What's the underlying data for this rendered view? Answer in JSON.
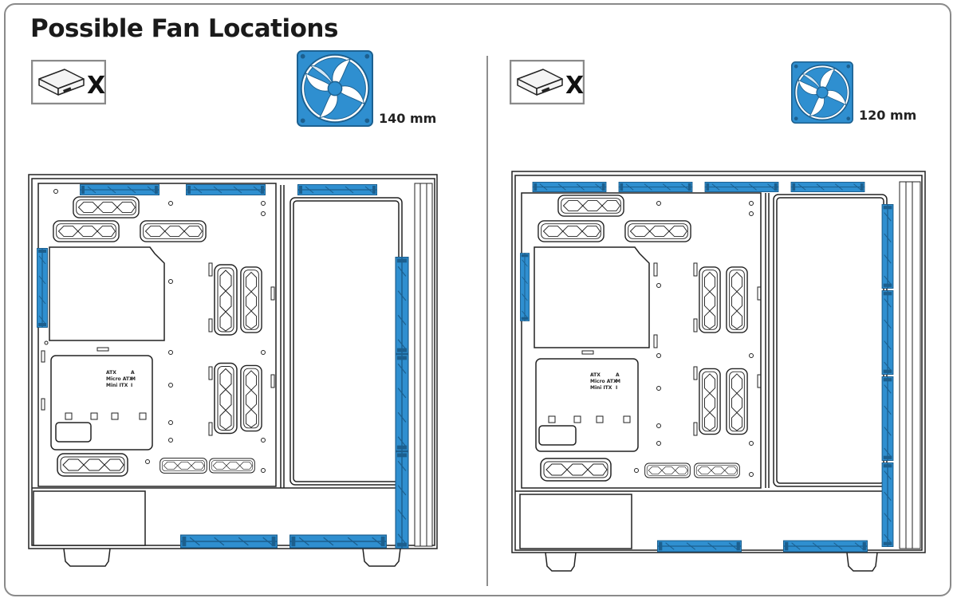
{
  "title": "Possible Fan Locations",
  "colors": {
    "fan_blue": "#2f8fd0",
    "fan_dark": "#1c5f8e",
    "line": "#222222",
    "frame": "#8a8a8a"
  },
  "panels": [
    {
      "id": "left",
      "fan_size_label": "140 mm",
      "drive_icon": "drive-not-supported-icon",
      "fan_icon": "fan-140mm-icon",
      "mount_labels": [
        "ATX",
        "Micro ATX",
        "Mini ITX"
      ],
      "mount_letters": [
        "A",
        "M",
        "I"
      ]
    },
    {
      "id": "right",
      "fan_size_label": "120 mm",
      "drive_icon": "drive-not-supported-icon",
      "fan_icon": "fan-120mm-icon",
      "mount_labels": [
        "ATX",
        "Micro ATX",
        "Mini ITX"
      ],
      "mount_letters": [
        "A",
        "M",
        "I"
      ]
    }
  ]
}
